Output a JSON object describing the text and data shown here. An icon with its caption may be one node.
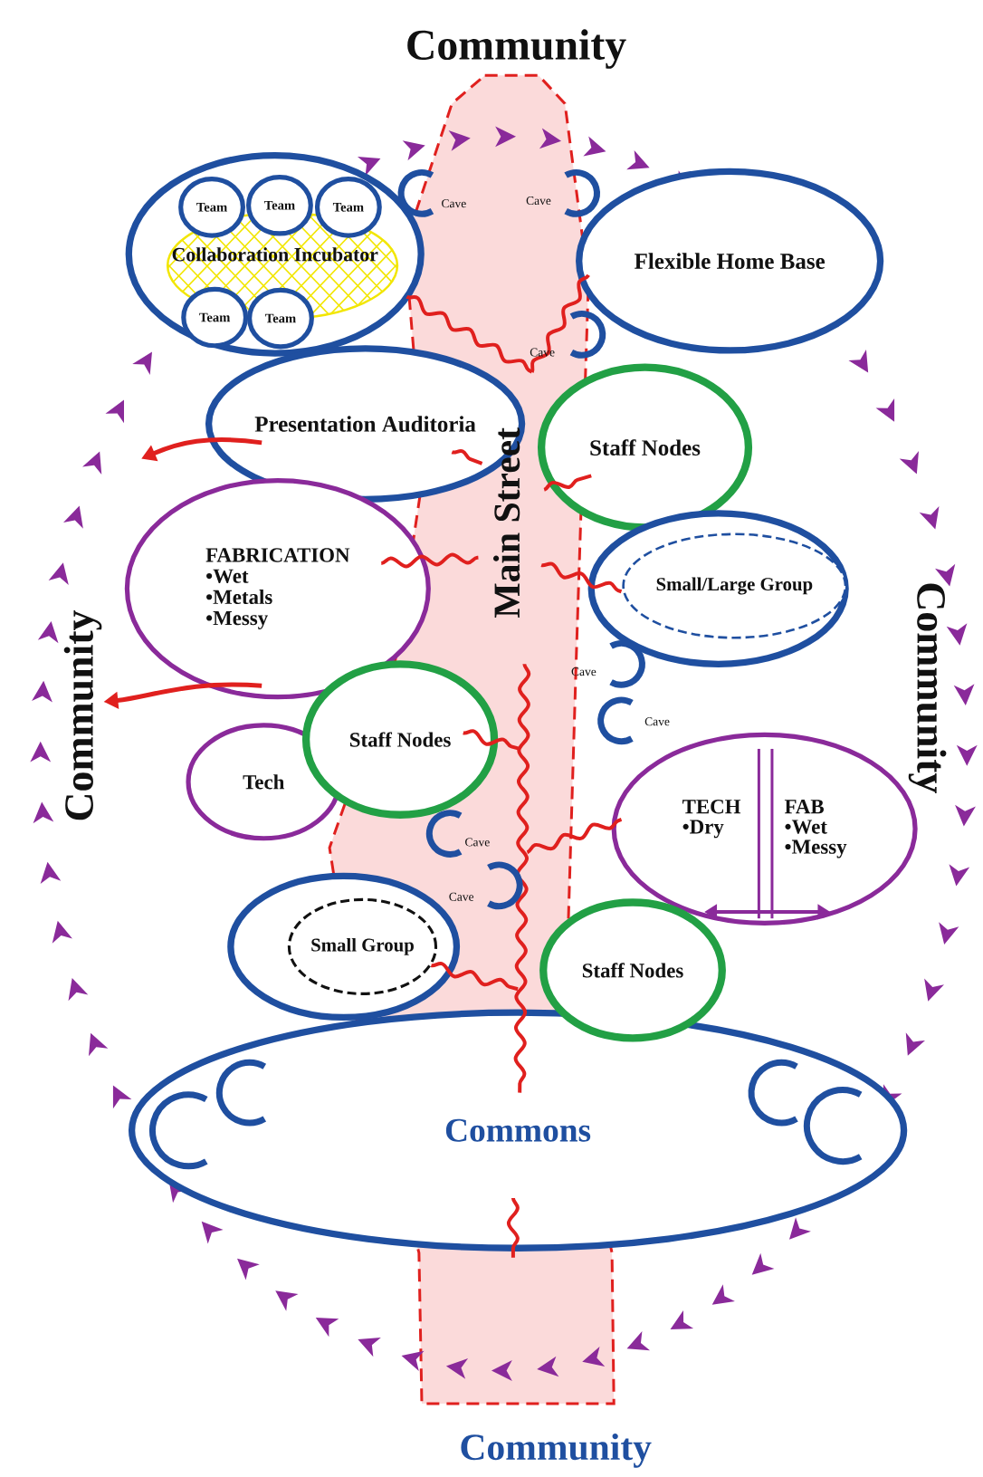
{
  "diagram": {
    "nodes": [
      {
        "text": [
          "Collaboration Incubator"
        ]
      },
      {
        "text": [
          "Team"
        ],
        "in": 0
      },
      {
        "text": [
          "Team"
        ],
        "in": 0
      },
      {
        "text": [
          "Team"
        ],
        "in": 0
      },
      {
        "text": [
          "Team"
        ],
        "in": 0
      },
      {
        "text": [
          "Team"
        ],
        "in": 0
      },
      {
        "text": [
          "Flexible Home Base"
        ]
      },
      {
        "text": [
          "Presentation Auditoria"
        ]
      },
      {
        "text": [
          "Staff Nodes"
        ]
      },
      {
        "text": [
          "FABRICATION",
          "•Wet",
          "•Metals",
          "•Messy"
        ]
      },
      {
        "text": [],
        "shape": "ellipse"
      },
      {
        "text": [
          "Small/Large Group"
        ],
        "in": 10
      },
      {
        "text": [
          "Staff Nodes"
        ]
      },
      {
        "text": [
          "Tech"
        ]
      },
      {
        "text": [
          "TECH",
          "•Dry",
          "FAB",
          "•Wet",
          "•Messy"
        ]
      },
      {
        "text": [],
        "shape": "ellipse"
      },
      {
        "text": [
          "Small Group"
        ],
        "in": 15
      },
      {
        "text": [
          "Staff Nodes"
        ]
      },
      {
        "text": [
          "Commons"
        ]
      }
    ],
    "labels": [
      "Community",
      "Cave",
      "Cave",
      "Cave",
      "Main Street",
      "Community",
      "Community",
      "Cave",
      "Cave",
      "Cave",
      "Cave",
      "Community"
    ]
  }
}
